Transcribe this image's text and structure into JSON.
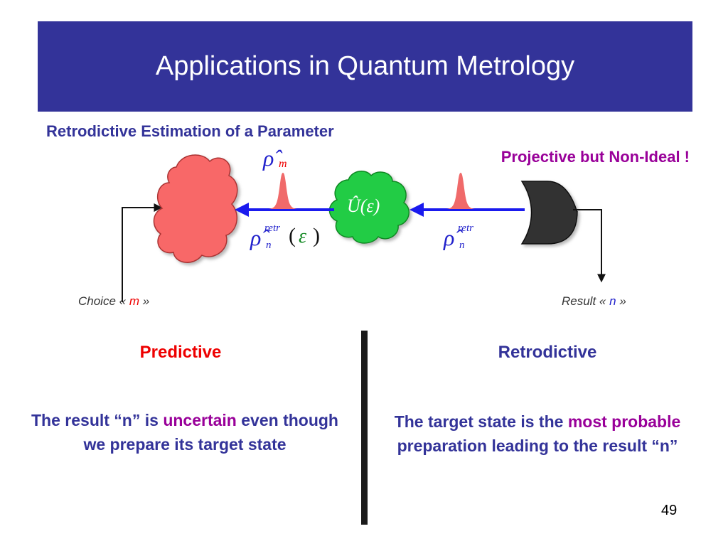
{
  "slide": {
    "title": "Applications in Quantum Metrology",
    "subtitle": "Retrodictive Estimation of a Parameter",
    "note": "Projective but Non-Ideal !",
    "page_number": "49"
  },
  "diagram": {
    "choice_prefix": "Choice «",
    "choice_var": "m",
    "choice_suffix": "»",
    "result_prefix": "Result «",
    "result_var": "n",
    "result_suffix": "»",
    "rho_m_label": "ρ̂",
    "rho_m_sub": "m",
    "rho_retr_label": "ρ̂",
    "rho_retr_sub": "n",
    "rho_retr_sup": "retr",
    "epsilon": "ε",
    "unitary_label": "Û(ε)",
    "colors": {
      "red_cloud": "#f86868",
      "green_cloud": "#22cc44",
      "detector": "#333333",
      "arrow": "#1a1aee",
      "peak": "#f06a6a",
      "var_highlight": "#ee0000",
      "var_highlight_blue": "#2222cc"
    }
  },
  "columns": {
    "left": {
      "heading": "Predictive",
      "body_pre": "The result “n” is ",
      "body_highlight": "uncertain",
      "body_post": " even though we prepare its target state"
    },
    "right": {
      "heading": "Retrodictive",
      "body_pre": "The target state is the ",
      "body_highlight": "most probable",
      "body_post": " preparation leading to the result “n”"
    }
  }
}
